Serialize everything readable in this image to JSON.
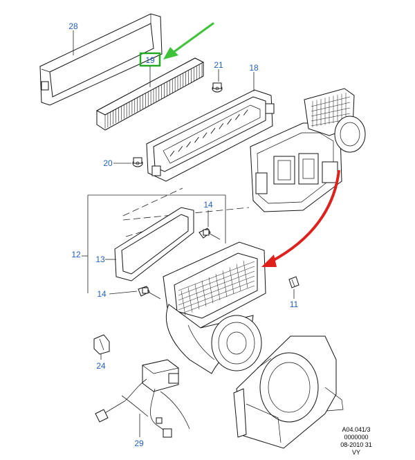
{
  "diagram": {
    "callouts": [
      {
        "id": "c28",
        "text": "28"
      },
      {
        "id": "c19",
        "text": "19"
      },
      {
        "id": "c21",
        "text": "21"
      },
      {
        "id": "c18",
        "text": "18"
      },
      {
        "id": "c20",
        "text": "20"
      },
      {
        "id": "c14a",
        "text": "14"
      },
      {
        "id": "c12",
        "text": "12"
      },
      {
        "id": "c13",
        "text": "13"
      },
      {
        "id": "c14b",
        "text": "14"
      },
      {
        "id": "c11",
        "text": "11"
      },
      {
        "id": "c24",
        "text": "24"
      },
      {
        "id": "c29",
        "text": "29"
      }
    ],
    "reference_block": [
      "A04.041/3",
      "0000000",
      "08-2010 31",
      "VY"
    ],
    "colors": {
      "callout_text": "#1f5fbf",
      "highlight_box": "#22aa22",
      "green_arrow": "#3ec23a",
      "red_arrow": "#e0201a"
    },
    "highlighted_callout": "19"
  }
}
